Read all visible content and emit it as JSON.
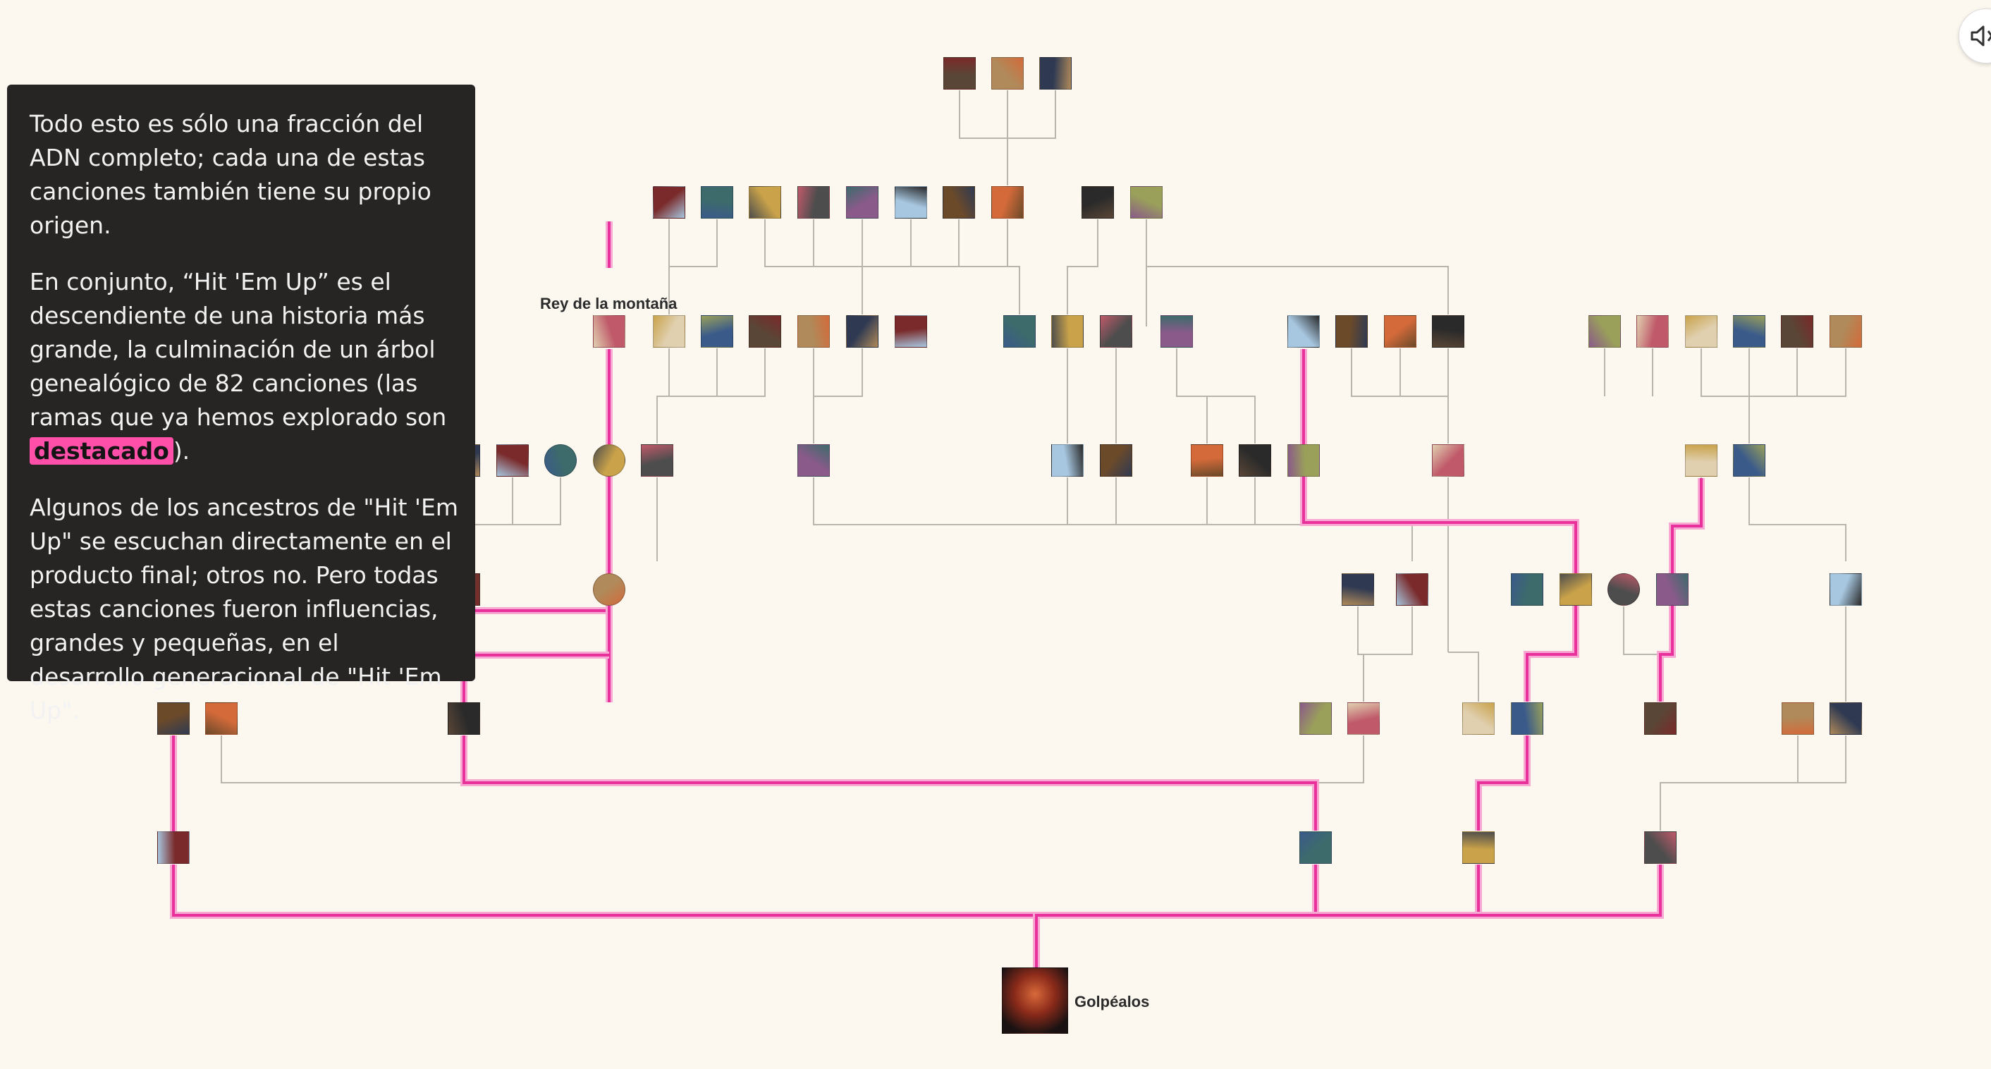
{
  "panel": {
    "p1": "Todo esto es sólo una fracción del ADN completo; cada una de estas canciones también tiene su propio origen.",
    "p2_before": "En conjunto, “Hit 'Em Up” es el descendiente de una historia más grande, la culminación de un árbol genealógico de 82 canciones (las ramas que ya hemos explorado son",
    "p2_highlight": "destacado",
    "p2_after": ").",
    "p3": "Algunos de los ancestros de \"Hit 'Em Up\" se escuchan directamente en el producto final; otros no. Pero todas estas canciones fueron influencias, grandes y pequeñas, en el desarrollo generacional de \"Hit 'Em Up\"."
  },
  "labels": {
    "root": "Golpéalos",
    "king": "Rey de la montaña"
  },
  "controls": {
    "sound_icon": "speaker-icon"
  },
  "colors": {
    "background": "#fcf8f0",
    "panel": "#262523",
    "highlight": "#ff4fa8",
    "link": "#b9b4ad"
  }
}
